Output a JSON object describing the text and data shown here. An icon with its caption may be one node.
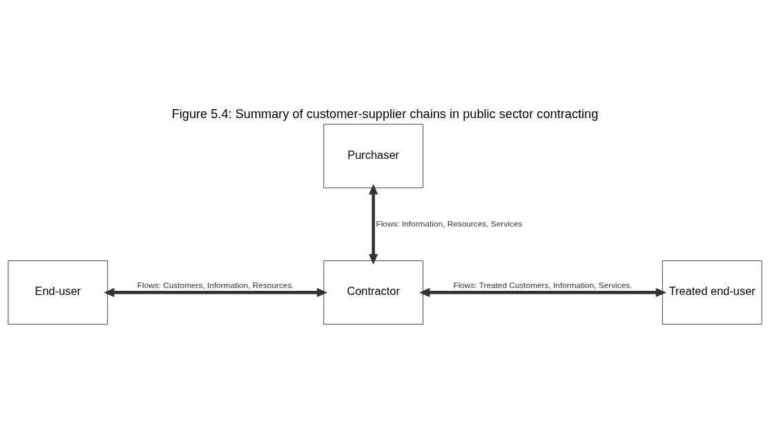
{
  "diagram": {
    "title": "Figure 5.4: Summary of customer-supplier chains in public sector contracting",
    "nodes": [
      {
        "text": [
          "Purchaser"
        ]
      },
      {
        "text": [
          "End-user"
        ]
      },
      {
        "text": [
          "Contractor"
        ]
      },
      {
        "text": [
          "Treated end-user"
        ]
      }
    ],
    "edges": [
      {
        "from": 0,
        "to": 2,
        "arrow": "both",
        "label": "Flows: Information, Resources, Services"
      },
      {
        "from": 1,
        "to": 2,
        "arrow": "both",
        "label": "Flows: Customers, Information, Resources."
      },
      {
        "from": 2,
        "to": 3,
        "arrow": "both",
        "label": "Flows: Treated Customers, Information, Services."
      }
    ]
  }
}
